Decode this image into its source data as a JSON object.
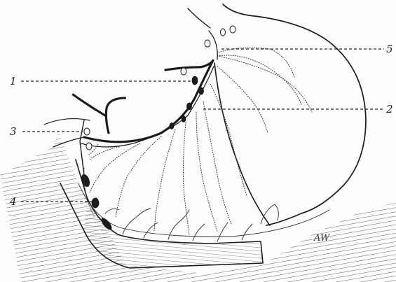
{
  "labels": [
    {
      "id": "1",
      "text": "1"
    },
    {
      "id": "2",
      "text": "2"
    },
    {
      "id": "3",
      "text": "3"
    },
    {
      "id": "4",
      "text": "4"
    },
    {
      "id": "5",
      "text": "5"
    }
  ],
  "signature": "AW"
}
